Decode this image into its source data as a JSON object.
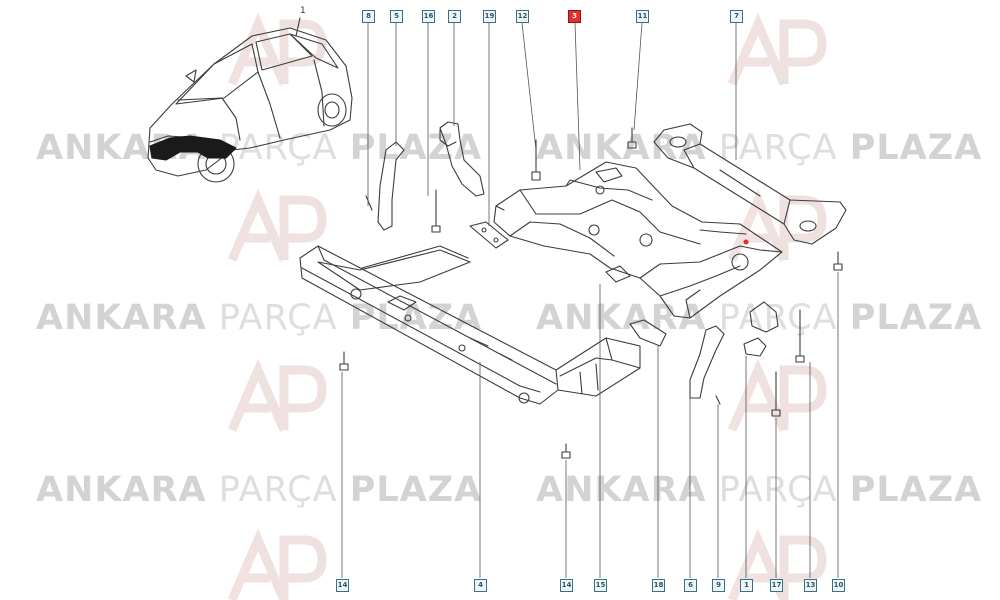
{
  "watermark": {
    "word1": "ANKARA",
    "word2": "PARÇA",
    "word3": "PLAZA"
  },
  "colors": {
    "line": "#3c3c3c",
    "callout_border": "#3a6f88",
    "callout_fill": "#eef5f8",
    "highlight": "#e2312d",
    "watermark": "#d3d3d3"
  },
  "callouts_top": [
    "8",
    "5",
    "16",
    "2",
    "19",
    "12",
    "3",
    "11",
    "7"
  ],
  "callouts_bottom": [
    "14",
    "4",
    "14",
    "15",
    "18",
    "6",
    "9",
    "1",
    "17",
    "13",
    "10"
  ],
  "highlighted_part": "3",
  "car_marker": "1"
}
